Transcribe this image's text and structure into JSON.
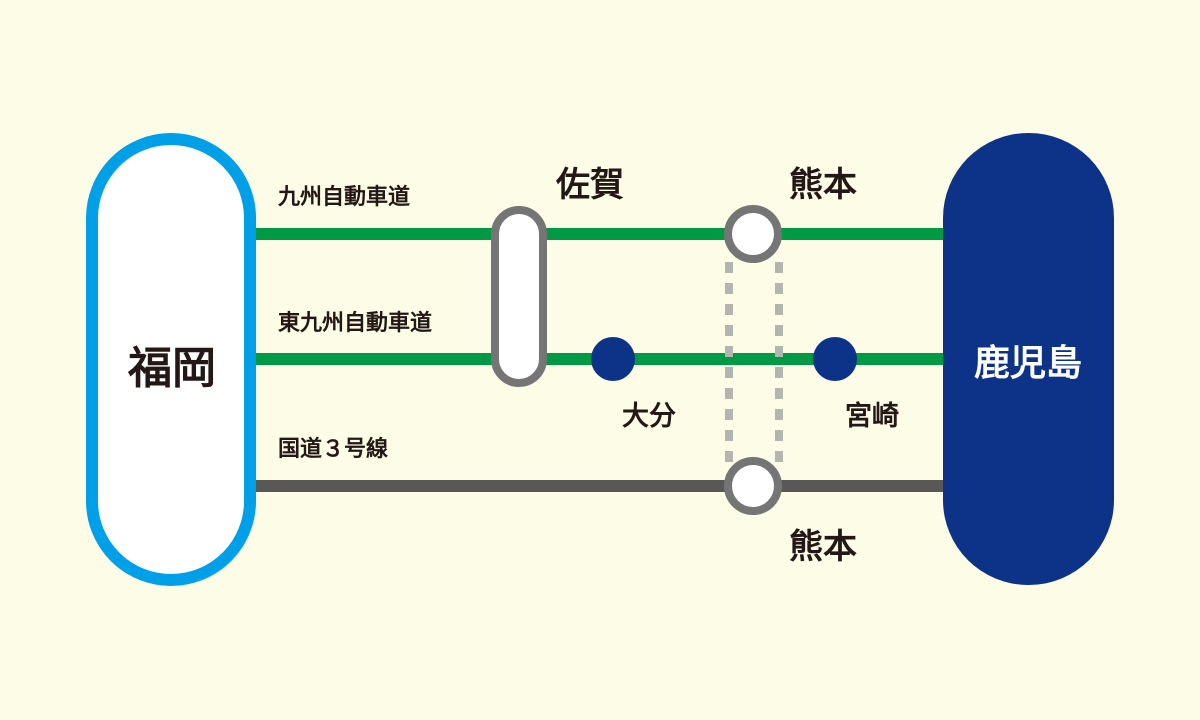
{
  "colors": {
    "background": "#fdfce6",
    "expressway": "#009944",
    "national_road": "#595757",
    "fukuoka": "#00a0e9",
    "kagoshima": "#0c3387",
    "node_stroke": "#757575",
    "dotted": "#b5b5b0"
  },
  "origin": {
    "label": "福岡"
  },
  "destination": {
    "label": "鹿児島"
  },
  "routes": [
    {
      "label": "九州自動車道"
    },
    {
      "label": "東九州自動車道"
    },
    {
      "label": "国道３号線"
    }
  ],
  "stops": {
    "saga": "佐賀",
    "kumamoto_top": "熊本",
    "oita": "大分",
    "miyazaki": "宮崎",
    "kumamoto_bottom": "熊本"
  }
}
